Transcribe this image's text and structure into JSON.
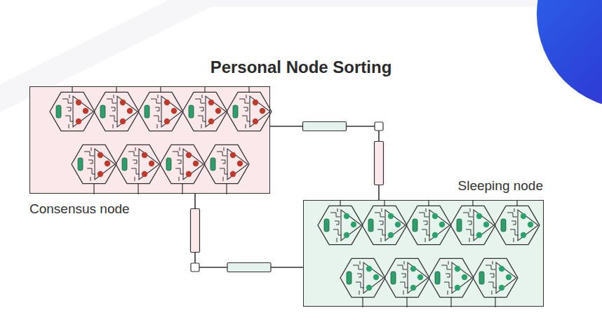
{
  "diagram": {
    "title": "Personal Node Sorting",
    "nodes": [
      {
        "text": [
          "Consensus node"
        ]
      },
      {
        "text": [
          "Sleeping node"
        ]
      }
    ],
    "edges": [
      {
        "from": 0,
        "to": 1,
        "arrow": "none"
      },
      {
        "from": 0,
        "to": 1,
        "arrow": "none"
      }
    ]
  }
}
